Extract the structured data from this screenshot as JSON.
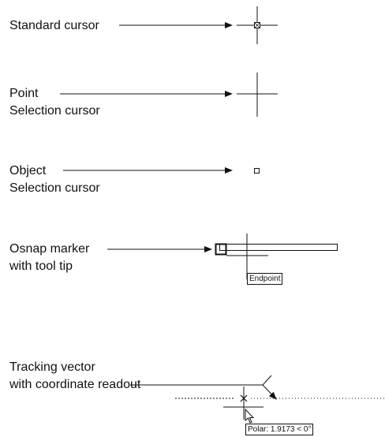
{
  "labels": {
    "standard": "Standard cursor",
    "point_1": "Point",
    "point_2": "Selection cursor",
    "object_1": "Object",
    "object_2": "Selection cursor",
    "osnap_1": "Osnap marker",
    "osnap_2": "with tool tip",
    "tracking_1": "Tracking vector",
    "tracking_2": "with coordinate readout"
  },
  "tooltips": {
    "endpoint": "Endpoint",
    "polar": "Polar: 1.9173 < 0°"
  },
  "colors": {
    "ink": "#111111",
    "background": "#ffffff"
  }
}
